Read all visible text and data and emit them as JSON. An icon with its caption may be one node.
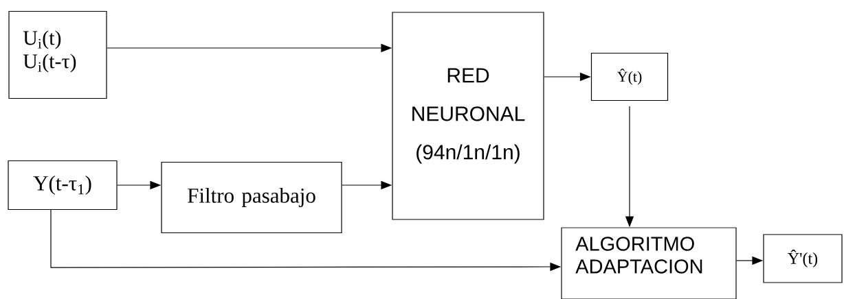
{
  "diagram": {
    "nodes": [
      {
        "text": [
          "U$_{i}$(t)",
          "U$_{i}$(t-τ)"
        ]
      },
      {
        "text": [
          "RED",
          "NEURONAL",
          "(94n/1n/1n)"
        ]
      },
      {
        "text": [
          "Ŷ(t)"
        ]
      },
      {
        "text": [
          "Y(t-τ$_{1}$)"
        ]
      },
      {
        "text": [
          "Filtro pasabajo"
        ]
      },
      {
        "text": [
          "ALGORITMO ADAPTACION"
        ]
      },
      {
        "text": [
          "Ŷ'(t)"
        ]
      }
    ],
    "edges": [
      {
        "from": 0,
        "to": 1,
        "arrow": "to"
      },
      {
        "from": 3,
        "to": 4,
        "arrow": "to"
      },
      {
        "from": 4,
        "to": 1,
        "arrow": "to"
      },
      {
        "from": 1,
        "to": 2,
        "arrow": "to"
      },
      {
        "from": 2,
        "to": 5,
        "arrow": "to"
      },
      {
        "from": 3,
        "to": 5,
        "arrow": "to"
      },
      {
        "from": 5,
        "to": 6,
        "arrow": "to"
      }
    ]
  }
}
